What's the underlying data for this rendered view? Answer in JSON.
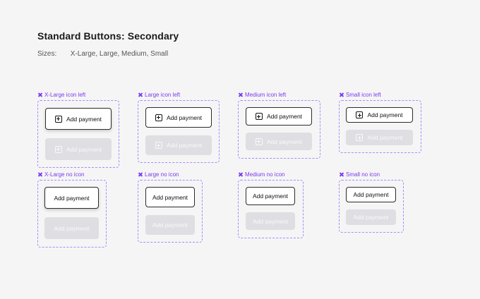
{
  "page": {
    "title": "Standard Buttons: Secondary",
    "sizes_label": "Sizes:",
    "sizes_value": "X-Large, Large, Medium, Small"
  },
  "button_label": "Add payment",
  "groups": {
    "xl_icon": "X-Large icon left",
    "l_icon": "Large icon left",
    "m_icon": "Medium icon left",
    "s_icon": "Small icon left",
    "xl_noicon": "X-Large no icon",
    "l_noicon": "Large no icon",
    "m_noicon": "Medium no icon",
    "s_noicon": "Small no icon"
  },
  "colors": {
    "background": "#f5f5f5",
    "accent": "#7c3aed",
    "frame_border": "#a78bfa",
    "enabled_border": "#2b2b2b",
    "disabled_fill": "#dedee3"
  },
  "icons": {
    "group_marker": "diamond-icon",
    "button_icon": "plus-icon"
  }
}
